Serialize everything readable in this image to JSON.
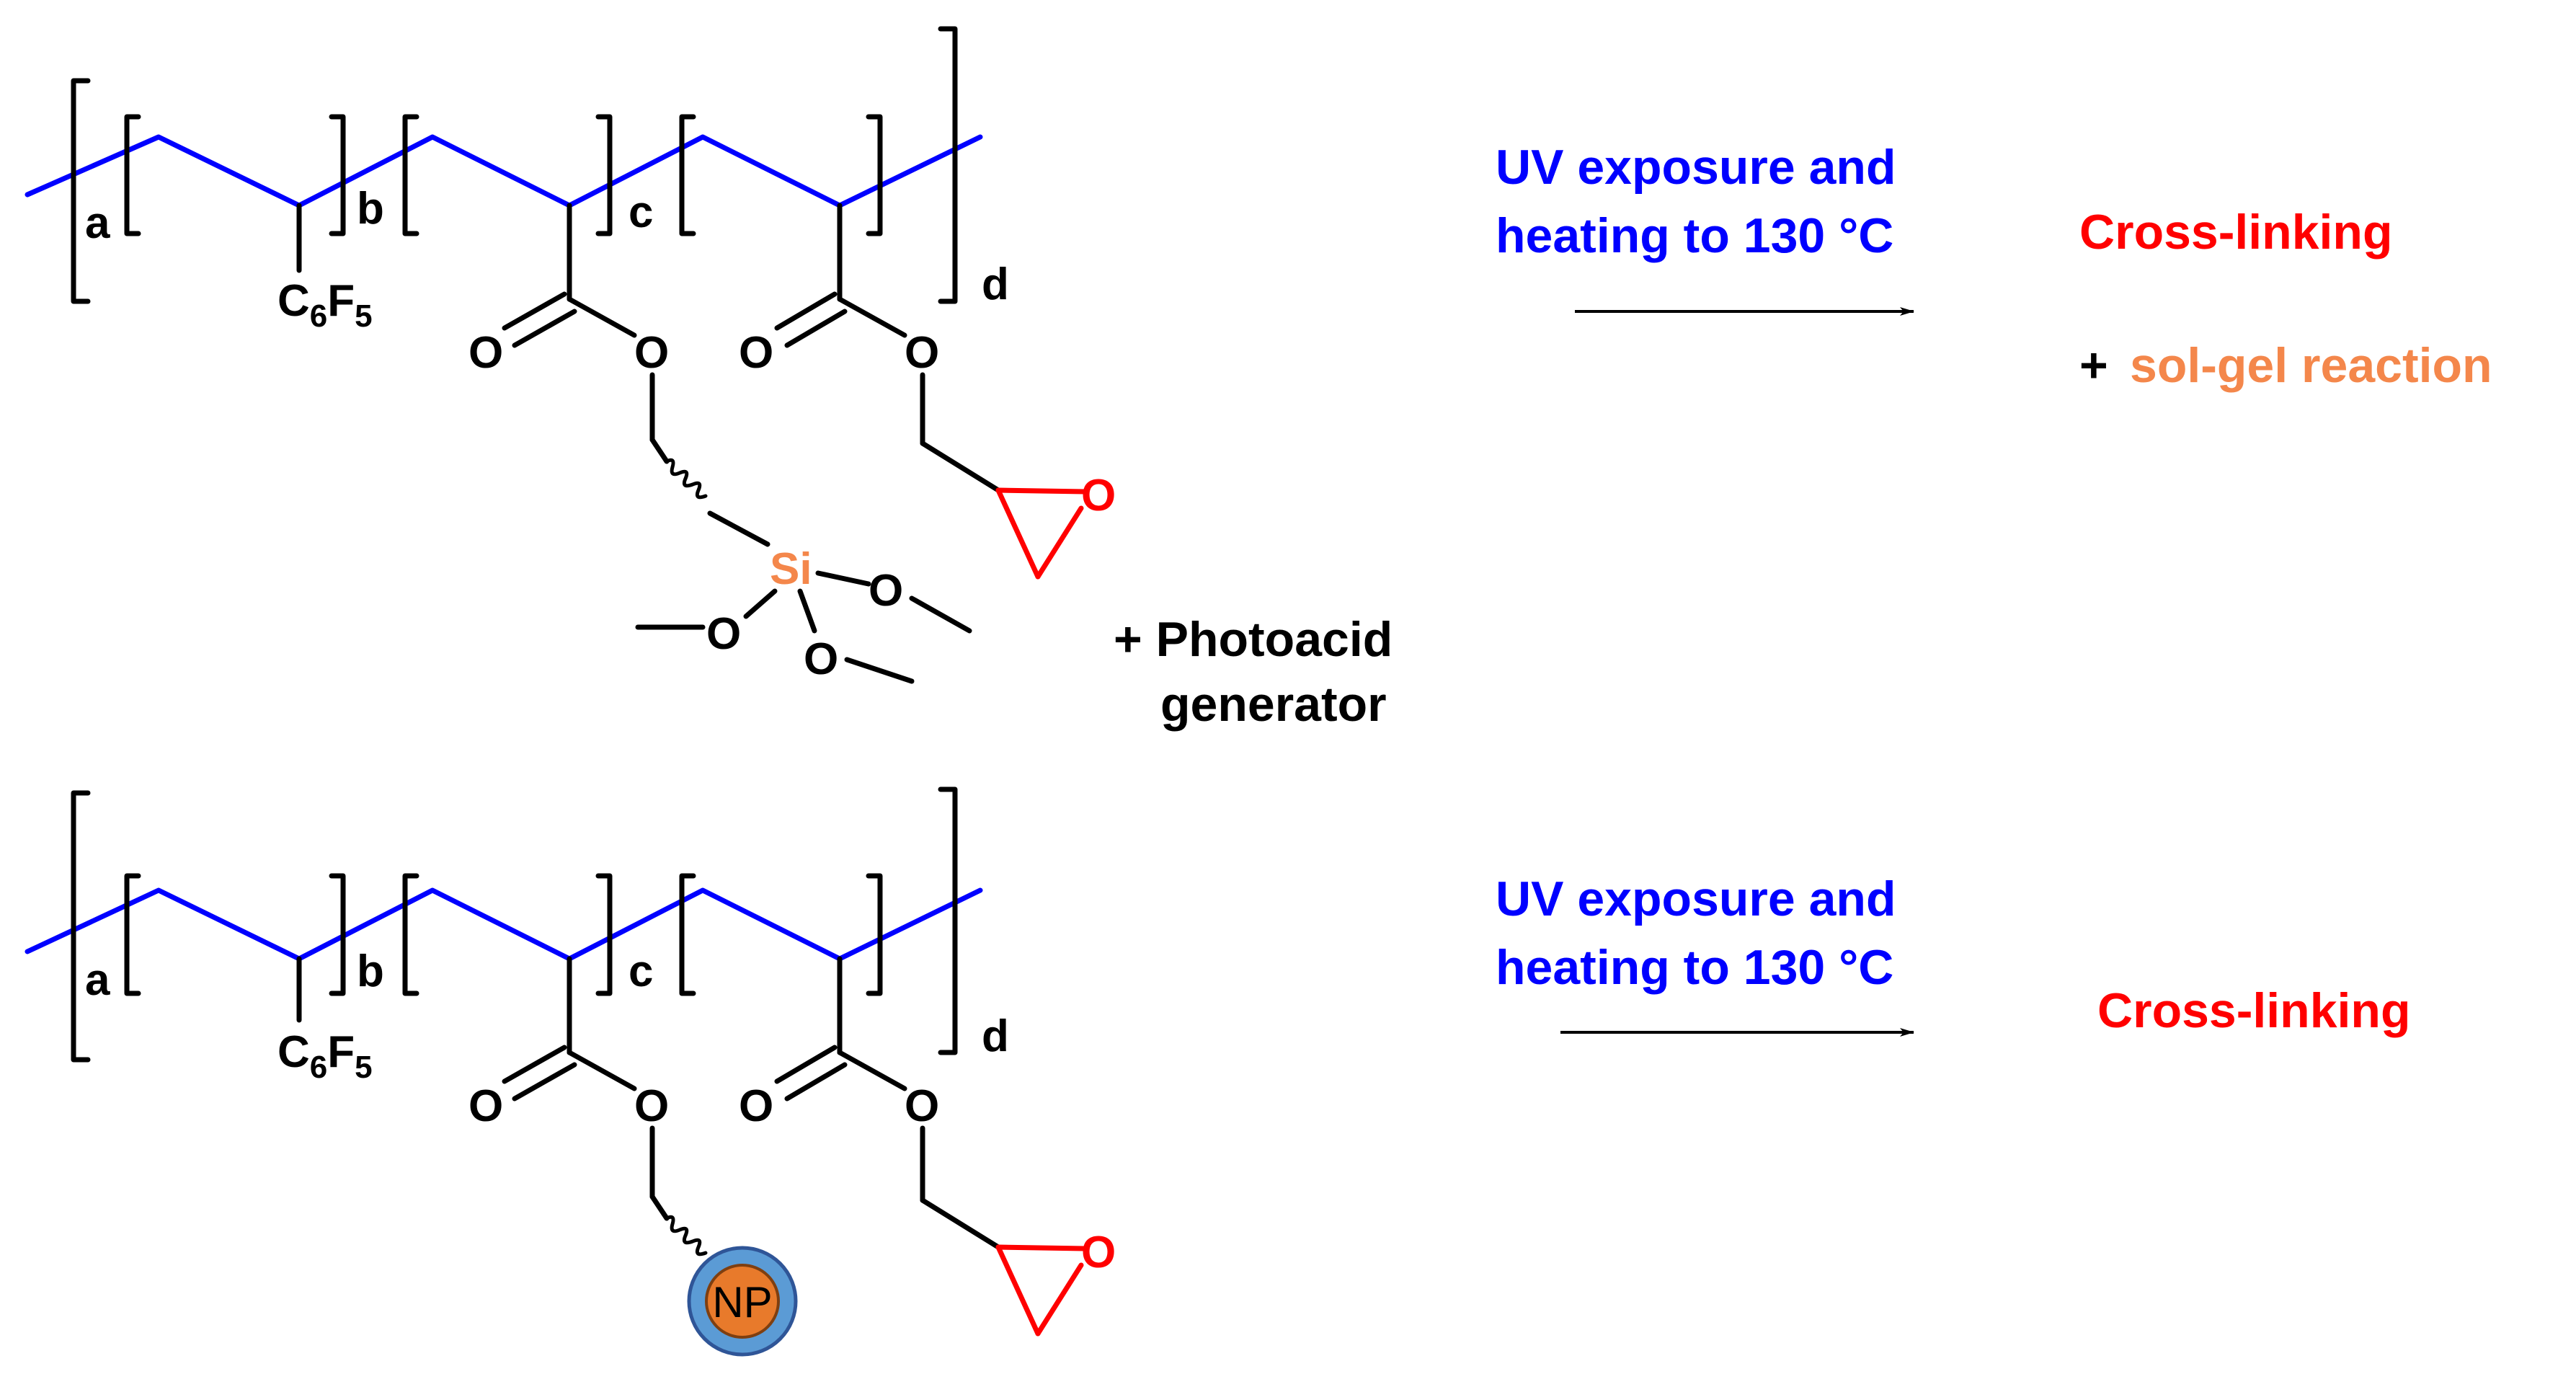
{
  "colors": {
    "backbone": "#0000ff",
    "bond": "#000000",
    "silicon": "#f4874b",
    "epoxide": "#ff0000",
    "condition_text": "#0000ff",
    "product_text": "#ff0000",
    "solgel_text": "#f4874b",
    "np_fill": "#e87a2b",
    "np_ring": "#4a90d9"
  },
  "top_polymer": {
    "sub_a": "a",
    "sub_b": "b",
    "sub_c": "c",
    "sub_d": "d",
    "pfp_c": "C",
    "pfp_c_sub": "6",
    "pfp_f": "F",
    "pfp_f_sub": "5",
    "ester1_carbonyl_o": "O",
    "ester1_ether_o": "O",
    "ester2_carbonyl_o": "O",
    "ester2_ether_o": "O",
    "silicon": "Si",
    "methoxy_o1": "O",
    "methoxy_o2": "O",
    "methoxy_o3": "O",
    "epoxide_o": "O"
  },
  "bottom_polymer": {
    "sub_a": "a",
    "sub_b": "b",
    "sub_c": "c",
    "sub_d": "d",
    "pfp_c": "C",
    "pfp_c_sub": "6",
    "pfp_f": "F",
    "pfp_f_sub": "5",
    "ester1_carbonyl_o": "O",
    "ester1_ether_o": "O",
    "ester2_carbonyl_o": "O",
    "ester2_ether_o": "O",
    "nanoparticle": "NP",
    "epoxide_o": "O"
  },
  "additive": {
    "line1": "+ Photoacid",
    "line2": "generator"
  },
  "top_reaction": {
    "condition_line1": "UV exposure and",
    "condition_line2": "heating  to 130 °C",
    "product": "Cross-linking",
    "plus": "+",
    "secondary_product": "sol-gel reaction"
  },
  "bottom_reaction": {
    "condition_line1": "UV exposure and",
    "condition_line2": "heating  to 130 °C",
    "product": "Cross-linking"
  }
}
